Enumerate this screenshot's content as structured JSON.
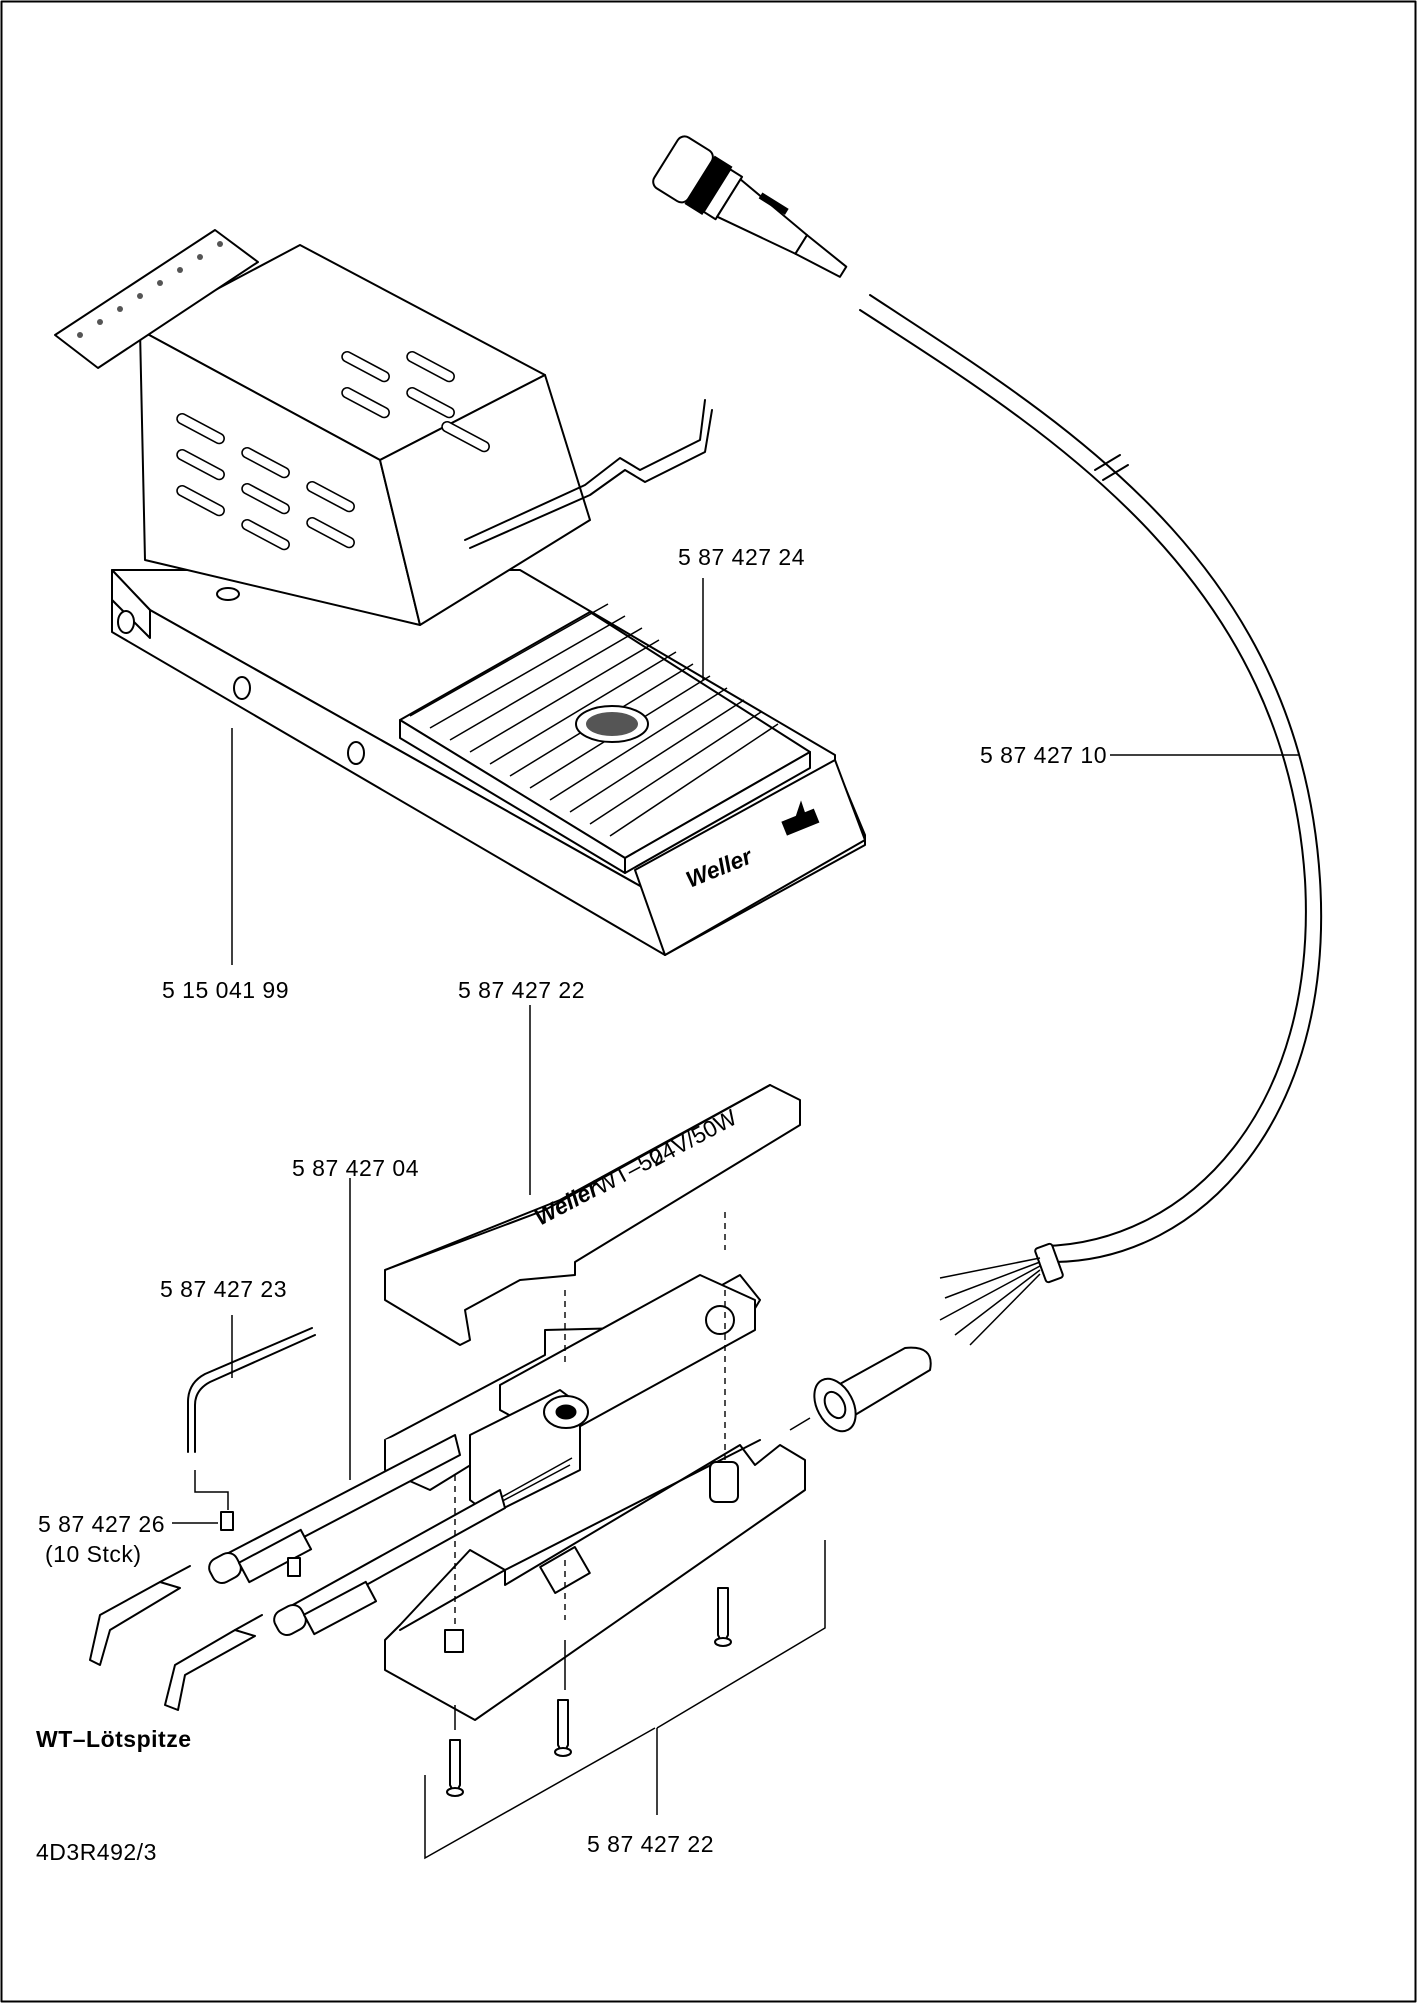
{
  "labels": {
    "sponge": "5 87 427 24",
    "cable": "5 87 427 10",
    "stand": "5 15  041 99",
    "cover": "5 87 427 22",
    "tweezer_arms": "5 87 427 04",
    "hex_key": "5 87 427 23",
    "set_screw": "5 87 427 26",
    "set_screw_qty": "(10  Stck)",
    "tips": "WT–Lötspitze",
    "lower_shell": "5 87 427 22",
    "drawing_id": "4D3R492/3"
  },
  "branding": {
    "stand_logo": "Weller",
    "handle_logo": "Weller",
    "handle_model": "WT–50",
    "handle_rating": "24V/50W"
  }
}
